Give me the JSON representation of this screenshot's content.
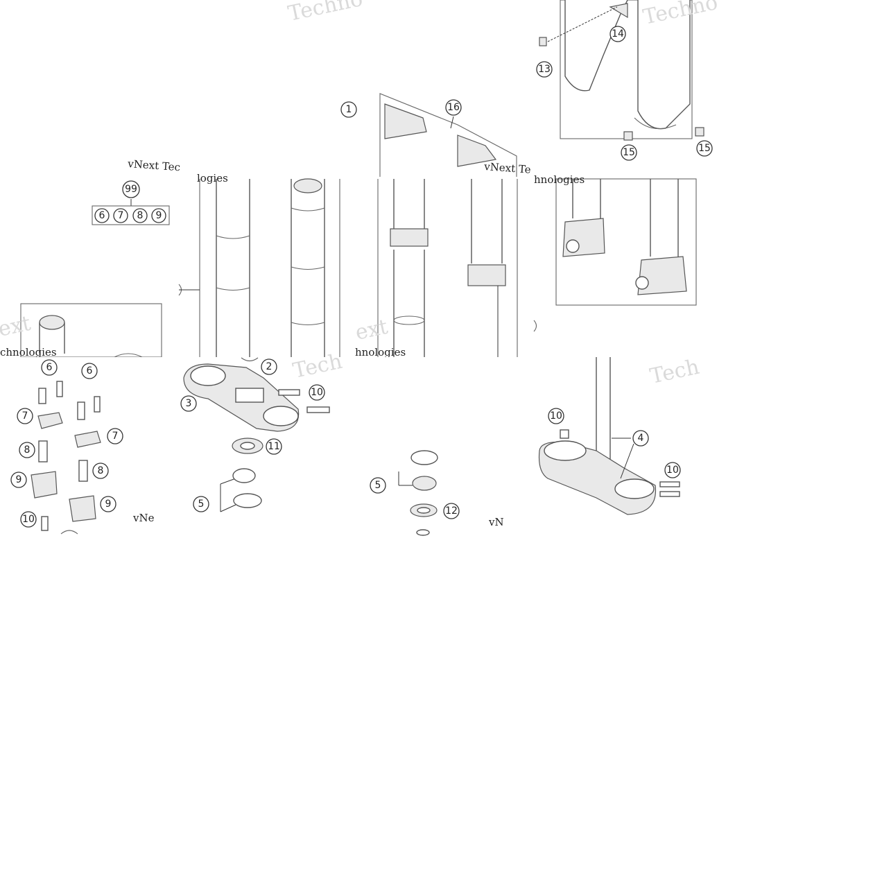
{
  "diagram": {
    "watermark_word": "Techno",
    "watermark_tech": "Tech",
    "watermark_ext": "ext",
    "watermark_logies": "logies",
    "brand_a": "vNext Tec",
    "brand_b": "vNext Te",
    "brand_c": "vNe",
    "brand_d": "vN",
    "nologies": "hnologies",
    "nologies_b": "chnologies",
    "nologies_c": "hnologies"
  },
  "callouts": [
    "1",
    "2",
    "3",
    "4",
    "5",
    "5",
    "6",
    "6",
    "7",
    "7",
    "8",
    "8",
    "9",
    "9",
    "10",
    "10",
    "10",
    "10",
    "11",
    "12",
    "13",
    "14",
    "15",
    "15",
    "16",
    "99"
  ],
  "kit_99": [
    "6",
    "7",
    "8",
    "9"
  ]
}
